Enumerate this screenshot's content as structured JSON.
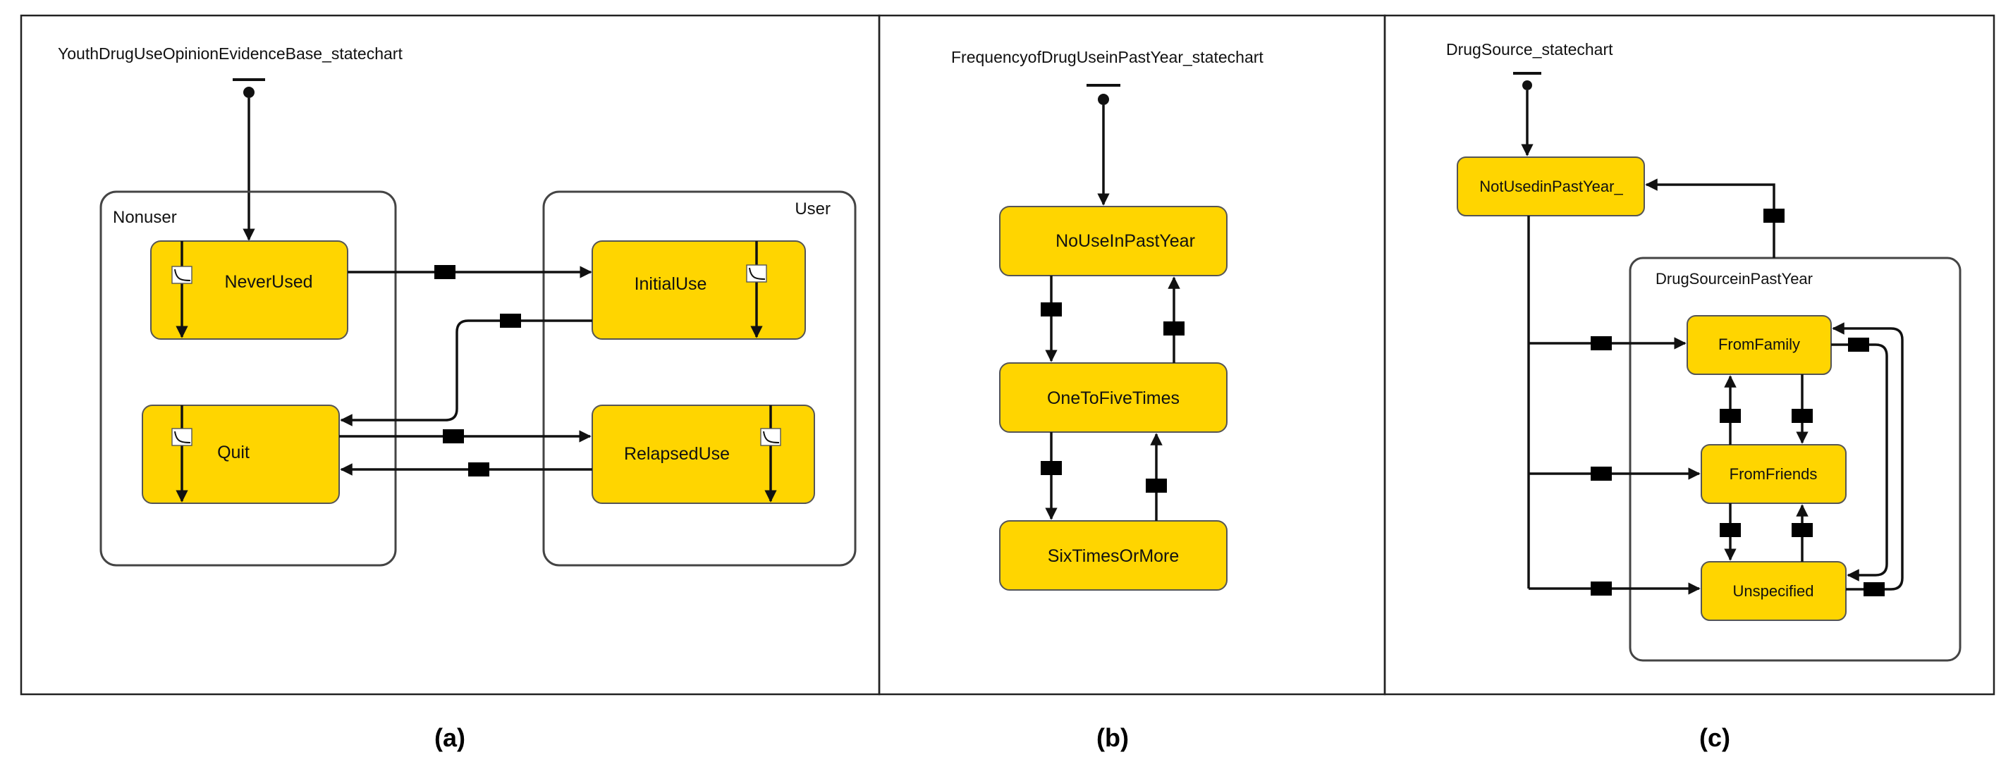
{
  "colors": {
    "state_fill": "#FFD500",
    "state_border": "#555555",
    "edge": "#111111"
  },
  "icons": {
    "message": "envelope-icon",
    "timeout": "timeout-curve-icon",
    "initial": "initial-pointer-icon"
  },
  "panel_a": {
    "title": "YouthDrugUseOpinionEvidenceBase_statechart",
    "groups": {
      "nonuser": "Nonuser",
      "user": "User"
    },
    "states": {
      "never_used": "NeverUsed",
      "initial_use": "InitialUse",
      "quit": "Quit",
      "relapsed_use": "RelapsedUse"
    },
    "caption": "(a)"
  },
  "panel_b": {
    "title": "FrequencyofDrugUseinPastYear_statechart",
    "states": {
      "no_use": "NoUseInPastYear",
      "one_to_five": "OneToFiveTimes",
      "six_or_more": "SixTimesOrMore"
    },
    "caption": "(b)"
  },
  "panel_c": {
    "title": "DrugSource_statechart",
    "groups": {
      "in_past_year": "DrugSourceinPastYear"
    },
    "states": {
      "not_used": "NotUsedinPastYear_",
      "family": "FromFamily",
      "friends": "FromFriends",
      "unspecified": "Unspecified"
    },
    "caption": "(c)"
  }
}
